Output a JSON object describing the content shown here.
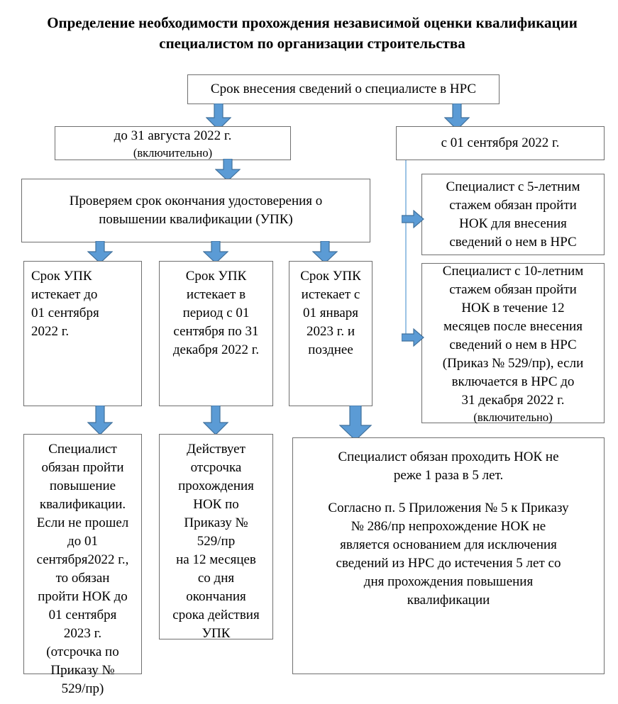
{
  "title": {
    "line1": "Определение необходимости прохождения независимой оценки",
    "line2": "квалификации специалистом по организации строительства"
  },
  "nodes": {
    "root": {
      "text": "Срок внесения сведений о специалисте в НРС"
    },
    "left_branch": {
      "line1": "до 31 августа 2022 г.",
      "line2": "(включительно)"
    },
    "right_branch": {
      "text": "с 01 сентября 2022 г."
    },
    "check_upk": {
      "line1": "Проверяем срок окончания удостоверения о",
      "line2": "повышении квалификации (УПК)"
    },
    "upk_before": {
      "line1": "Срок УПК",
      "line2": "истекает до",
      "line3": "01 сентября",
      "line4": "2022 г."
    },
    "upk_between": {
      "line1": "Срок УПК",
      "line2": "истекает в",
      "line3": "период с 01",
      "line4": "сентября по 31",
      "line5": "декабря 2022 г."
    },
    "upk_after": {
      "line1": "Срок УПК",
      "line2": "истекает с",
      "line3": "01 января",
      "line4": "2023 г. и",
      "line5": "позднее"
    },
    "five_year": {
      "line1": "Специалист с 5-летним",
      "line2": "стажем обязан пройти",
      "line3": "НОК для внесения",
      "line4": "сведений о нем в НРС"
    },
    "ten_year": {
      "line1": "Специалист с 10-летним",
      "line2": "стажем обязан пройти",
      "line3": "НОК в течение 12",
      "line4": "месяцев после внесения",
      "line5": "сведений о нем в НРС",
      "line6": "(Приказ № 529/пр), если",
      "line7": "включается в НРС до",
      "line8": "31 декабря 2022 г.",
      "line9": "(включительно)"
    },
    "result_left": {
      "line1": "Специалист",
      "line2": "обязан пройти",
      "line3": "повышение",
      "line4": "квалификации.",
      "line5": "Если не прошел",
      "line6": "до 01",
      "line7": "сентября2022 г.,",
      "line8": "то обязан",
      "line9": "пройти НОК до",
      "line10": "01 сентября",
      "line11": "2023 г.",
      "line12": "(отсрочка по",
      "line13": "Приказу №",
      "line14": "529/пр)"
    },
    "result_middle": {
      "line1": "Действует",
      "line2": "отсрочка",
      "line3": "прохождения",
      "line4": "НОК по",
      "line5": "Приказу №",
      "line6": "529/пр",
      "line7": "на 12 месяцев",
      "line8": "со дня",
      "line9": "окончания",
      "line10": "срока действия",
      "line11": "УПК"
    },
    "result_right": {
      "line1": "Специалист обязан проходить НОК не",
      "line2": "реже 1 раза в 5 лет.",
      "line3": "Согласно п. 5 Приложения № 5 к Приказу",
      "line4": "№ 286/пр непрохождение НОК не",
      "line5": "является основанием для исключения",
      "line6": "сведений из НРС до истечения 5 лет со",
      "line7": "дня прохождения повышения",
      "line8": "квалификации"
    }
  },
  "colors": {
    "arrow_fill": "#5B9BD5",
    "arrow_stroke": "#41719C",
    "connector_line": "#9CC3E5",
    "box_border": "#6F6F6F",
    "text": "#000000"
  }
}
